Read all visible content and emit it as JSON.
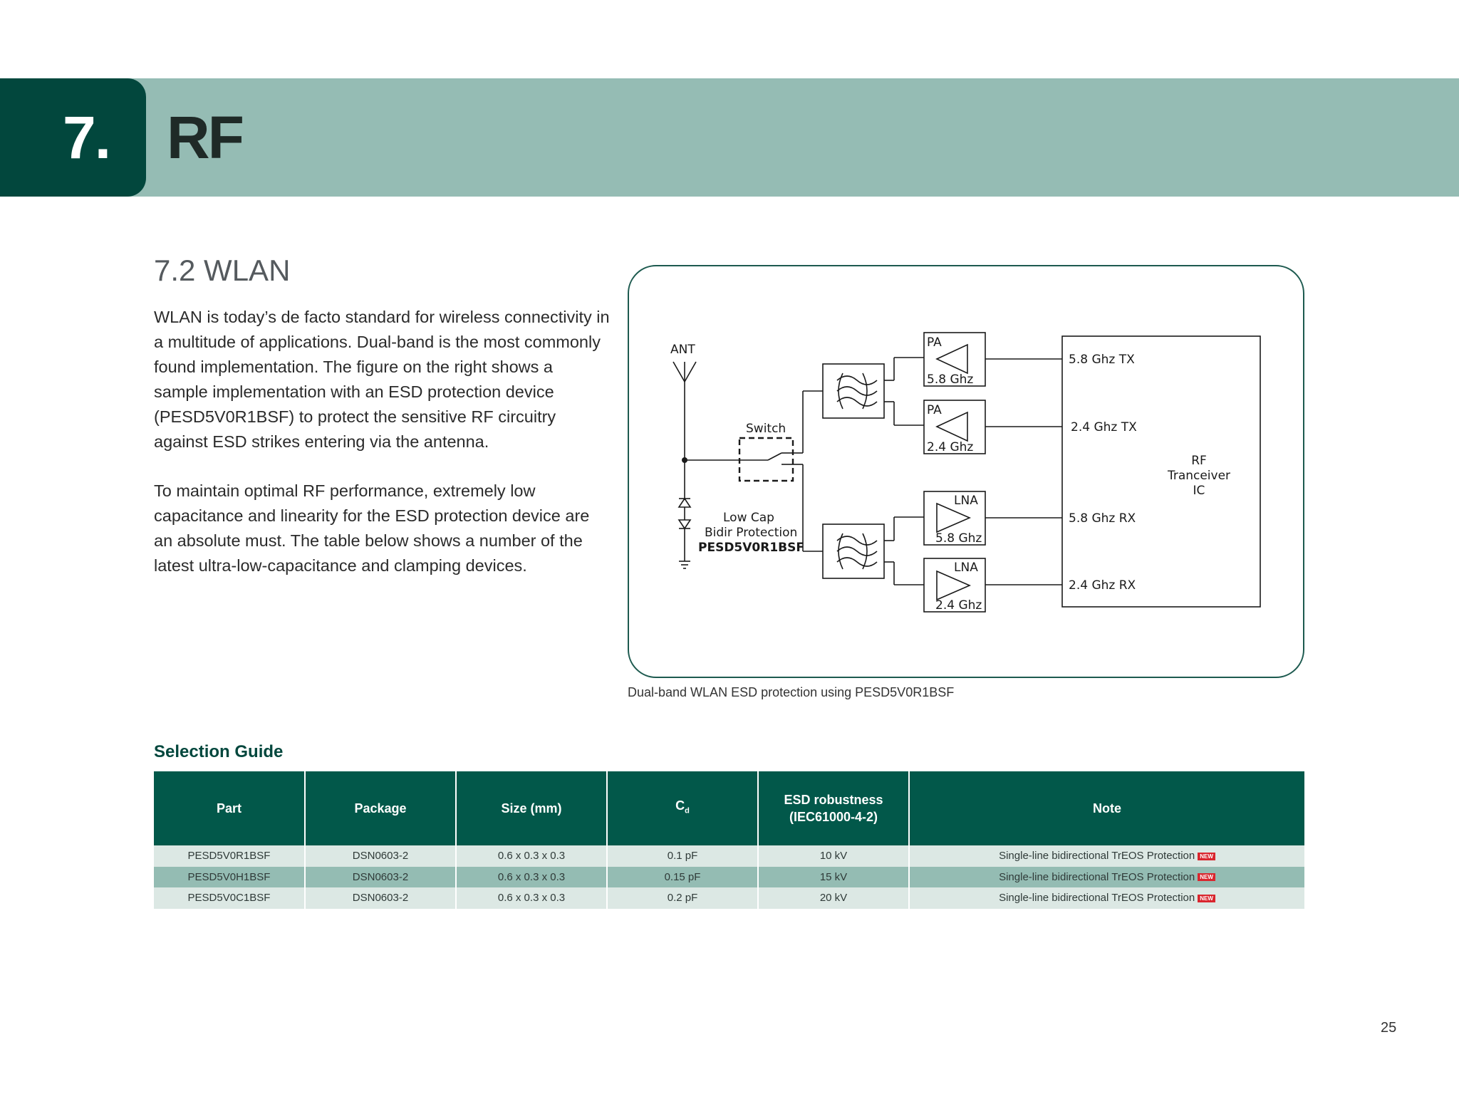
{
  "chapter": {
    "number": "7.",
    "title": "RF"
  },
  "section": {
    "heading": "7.2 WLAN"
  },
  "body": {
    "paragraph_1": "WLAN is today’s de facto standard for wireless connectivity in a multitude of applications. Dual-band is the most commonly found implementation. The figure on the right shows a sample implementation with an ESD protection device (PESD5V0R1BSF) to protect the sensitive RF circuitry against ESD strikes entering via the antenna.",
    "paragraph_2": "To maintain optimal RF performance, extremely low capacitance and linearity for the ESD protection device are an absolute must. The table below shows a number of the latest ultra-low-capacitance and clamping devices."
  },
  "figure": {
    "caption": "Dual-band WLAN ESD protection using PESD5V0R1BSF",
    "labels": {
      "antenna": "ANT",
      "switch": "Switch",
      "protection_line1": "Low Cap",
      "protection_line2": "Bidir Protection",
      "protection_part": "PESD5V0R1BSF",
      "pa": "PA",
      "lna": "LNA",
      "freq_58": "5.8 Ghz",
      "freq_24": "2.4 Ghz",
      "tx_58": "5.8 Ghz TX",
      "tx_24": "2.4 Ghz TX",
      "rx_58": "5.8 Ghz RX",
      "rx_24": "2.4 Ghz RX",
      "ic_line1": "RF",
      "ic_line2": "Tranceiver",
      "ic_line3": "IC"
    }
  },
  "selection_guide": {
    "title": "Selection Guide",
    "headers": {
      "part": "Part",
      "package": "Package",
      "size": "Size (mm)",
      "cd_main": "C",
      "cd_sub": "d",
      "esd_line1": "ESD robustness",
      "esd_line2": "(IEC61000-4-2)",
      "note": "Note"
    },
    "new_badge": "NEW",
    "rows": [
      {
        "part": "PESD5V0R1BSF",
        "package": "DSN0603-2",
        "size": "0.6 x 0.3 x 0.3",
        "cd": "0.1 pF",
        "esd": "10 kV",
        "note": "Single-line bidirectional TrEOS Protection"
      },
      {
        "part": "PESD5V0H1BSF",
        "package": "DSN0603-2",
        "size": "0.6 x 0.3 x 0.3",
        "cd": "0.15 pF",
        "esd": "15 kV",
        "note": "Single-line bidirectional TrEOS Protection"
      },
      {
        "part": "PESD5V0C1BSF",
        "package": "DSN0603-2",
        "size": "0.6 x 0.3 x 0.3",
        "cd": "0.2 pF",
        "esd": "20 kV",
        "note": "Single-line bidirectional TrEOS Protection"
      }
    ]
  },
  "page_number": "25"
}
